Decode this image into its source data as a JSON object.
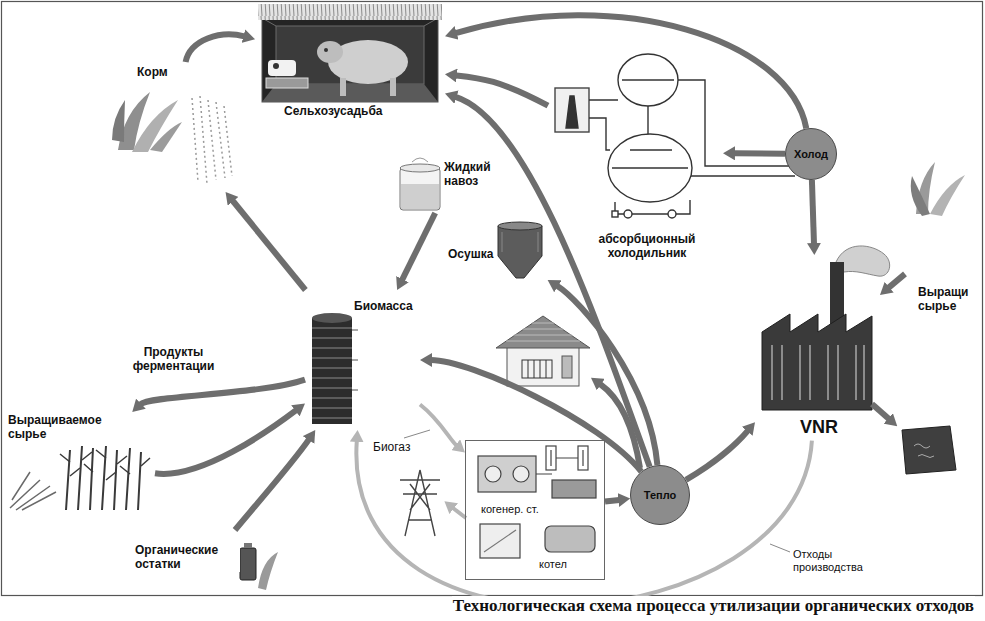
{
  "diagram": {
    "caption": "Технологическая схема процесса утилизации органических отходов",
    "nodes": [
      {
        "text": [
          "Сельхозусадьба"
        ]
      },
      {
        "text": [
          "абсорбционный холодильник"
        ]
      },
      {
        "text": [
          "Холод"
        ]
      },
      {
        "text": [
          "Корм"
        ]
      },
      {
        "text": [
          "Жидкий навоз"
        ]
      },
      {
        "text": [
          "Осушка"
        ]
      },
      {
        "text": [
          "Выращи сырье"
        ]
      },
      {
        "text": [
          "Биомасса"
        ]
      },
      {
        "text": [
          "VNR"
        ]
      },
      {
        "text": [
          "Выращиваемое сырье"
        ]
      },
      {
        "text": [
          "когенер. ст.",
          "котел"
        ]
      },
      {
        "text": [
          "Тепло"
        ]
      },
      {
        "text": [
          "Органические остатки"
        ]
      }
    ],
    "edges": [
      {
        "from": 3,
        "to": 0,
        "arrow": "to"
      },
      {
        "from": 7,
        "to": 3,
        "arrow": "to"
      },
      {
        "from": 4,
        "to": 7,
        "arrow": "to"
      },
      {
        "from": 7,
        "to": 9,
        "label": "Продукты ферментации",
        "arrow": "to"
      },
      {
        "from": 9,
        "to": 7,
        "arrow": "to"
      },
      {
        "from": 12,
        "to": 7,
        "arrow": "to"
      },
      {
        "from": 7,
        "to": 10,
        "label": "Биогаз",
        "arrow": "to"
      },
      {
        "from": 10,
        "to": 11,
        "arrow": "to"
      },
      {
        "from": 11,
        "to": 0,
        "arrow": "to"
      },
      {
        "from": 11,
        "to": 5,
        "arrow": "to"
      },
      {
        "from": 11,
        "to": 7,
        "arrow": "to"
      },
      {
        "from": 11,
        "to": 8,
        "arrow": "to"
      },
      {
        "from": 2,
        "to": 0,
        "arrow": "to"
      },
      {
        "from": 2,
        "to": 1,
        "arrow": "to"
      },
      {
        "from": 2,
        "to": 8,
        "arrow": "to"
      },
      {
        "from": 1,
        "to": 0,
        "arrow": "to"
      },
      {
        "from": 6,
        "to": 8,
        "arrow": "to"
      },
      {
        "from": 8,
        "to": 7,
        "label": "Отходы производства",
        "arrow": "to"
      }
    ]
  }
}
